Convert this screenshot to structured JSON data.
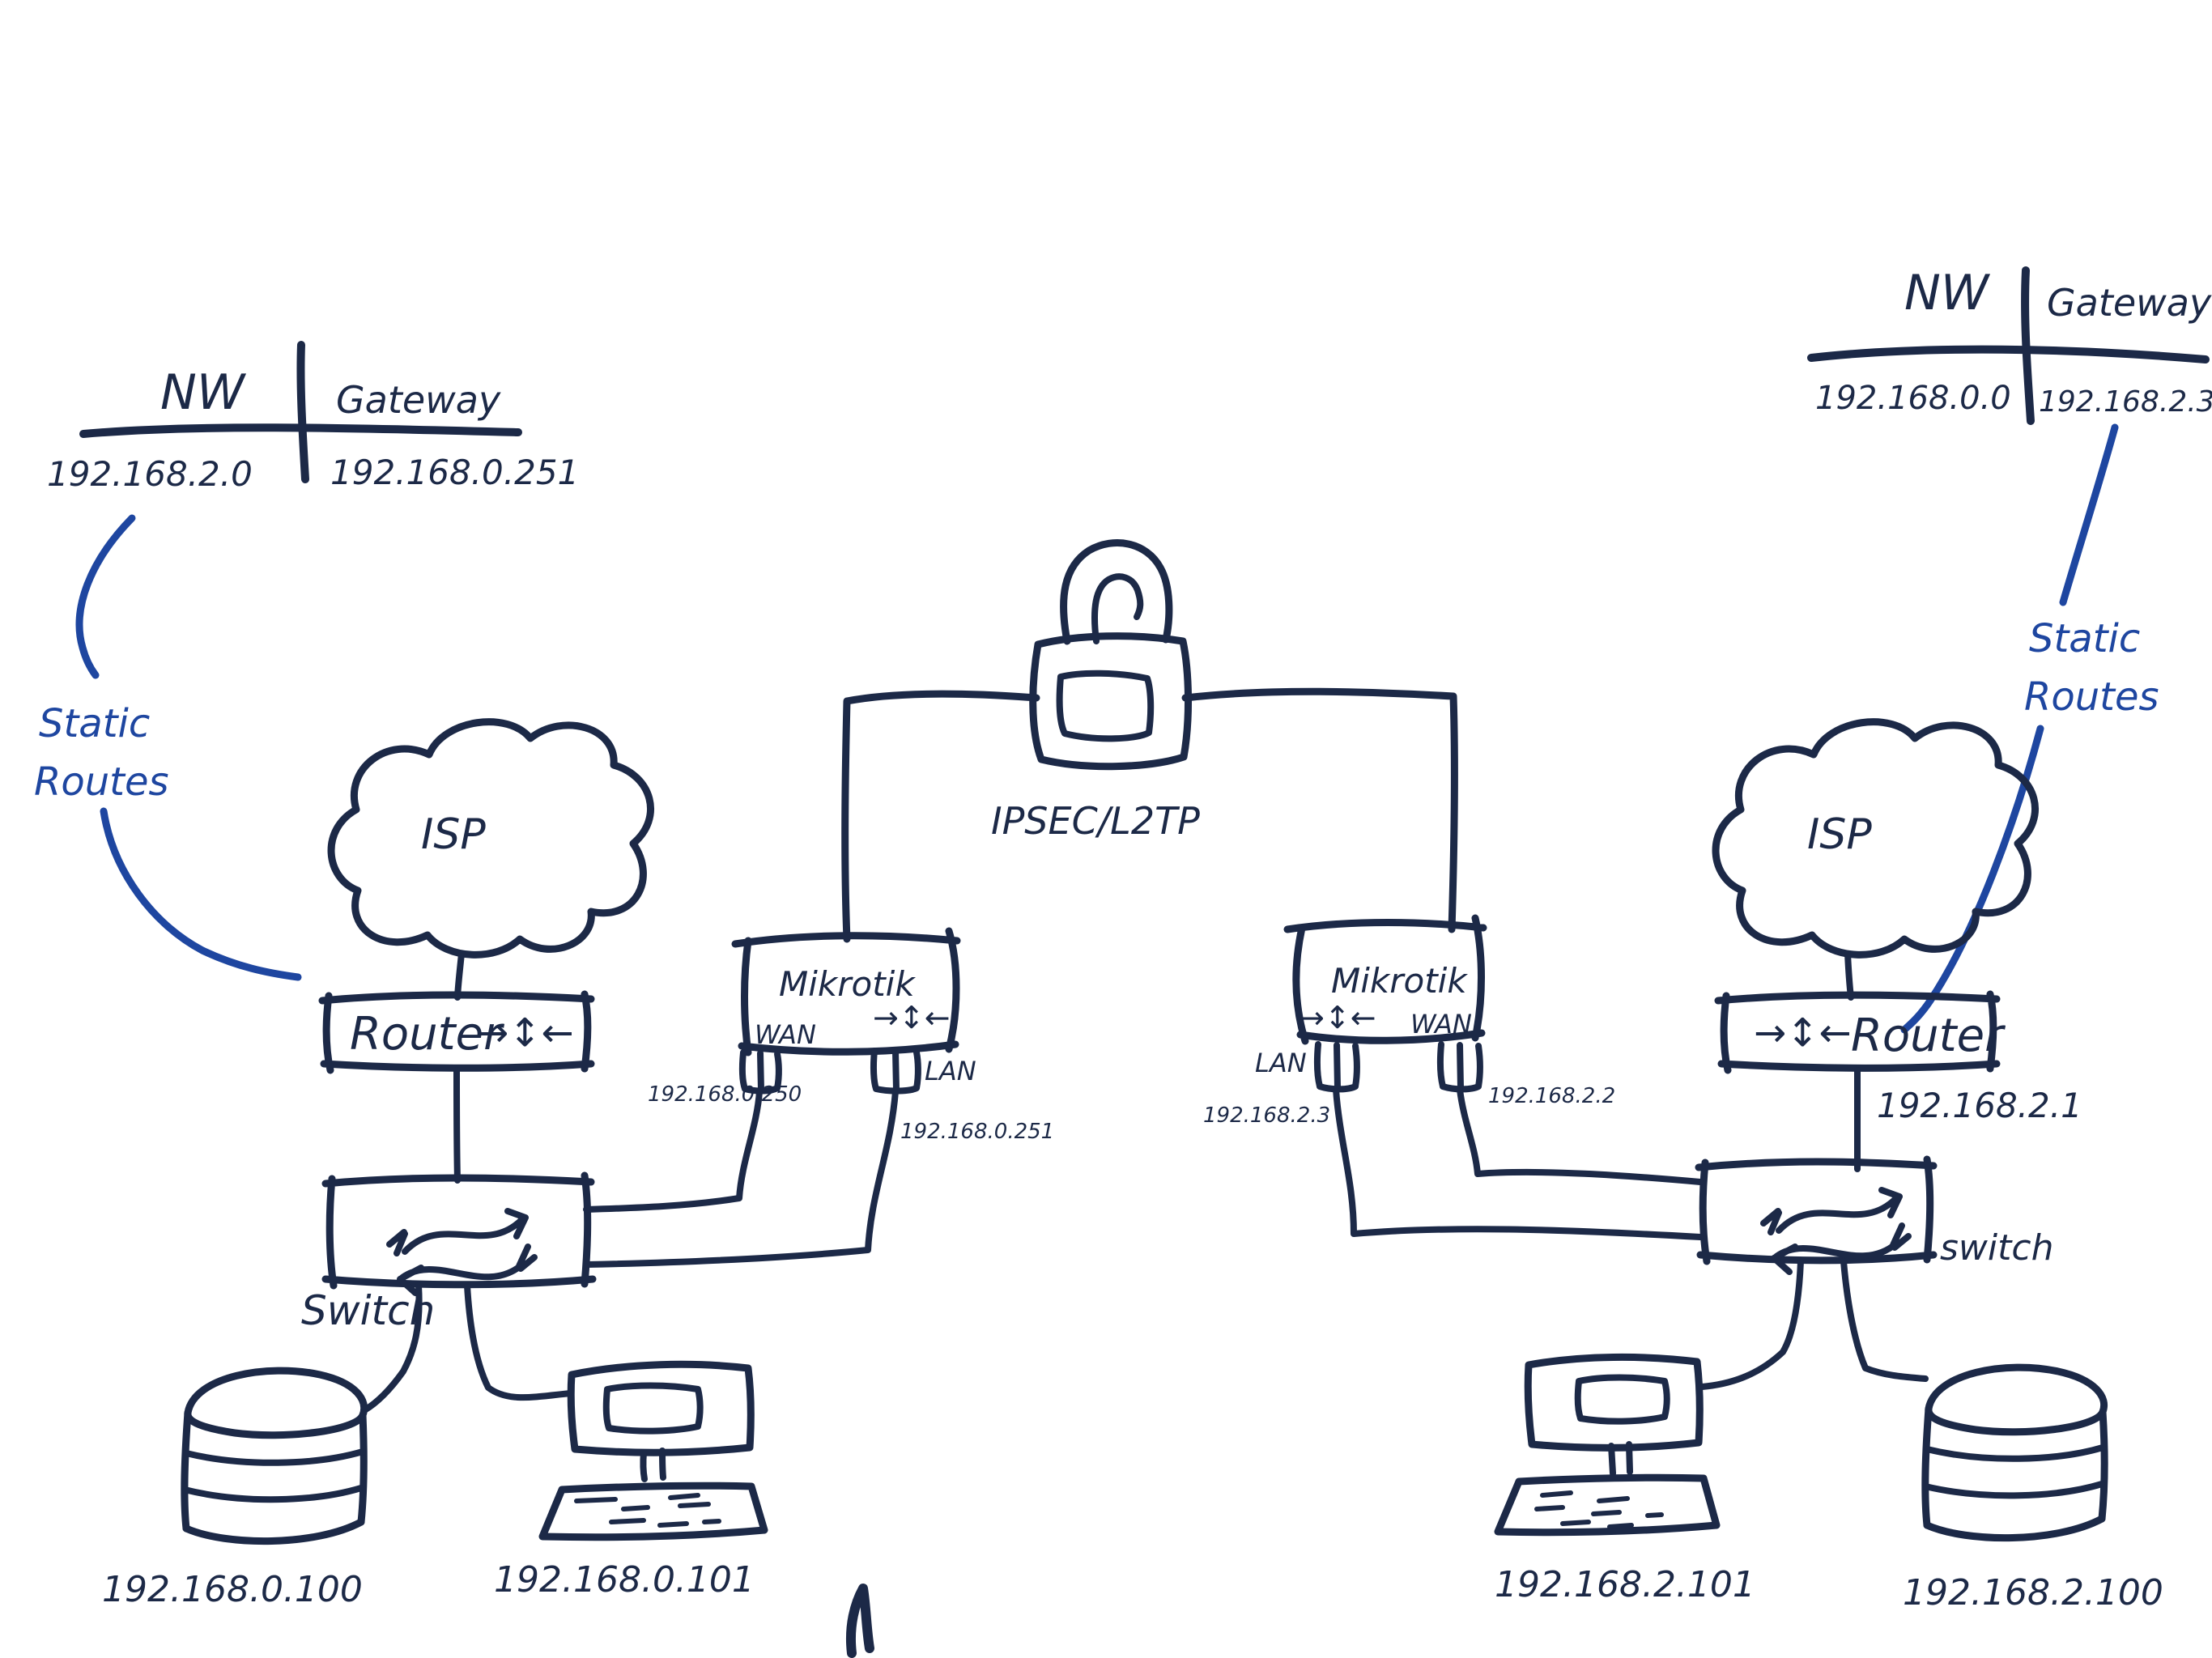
{
  "colors": {
    "ink": "#1c2947",
    "blue": "#1e46a0",
    "background": "#ffffff"
  },
  "routing_tables": {
    "left": {
      "col_network": "NW",
      "col_gateway": "Gateway",
      "network": "192.168.2.0",
      "gateway": "192.168.0.251"
    },
    "right": {
      "col_network": "NW",
      "col_gateway": "Gateway",
      "network": "192.168.0.0",
      "gateway": "192.168.2.3"
    }
  },
  "static_routes_left": {
    "line1": "Static",
    "line2": "Routes"
  },
  "static_routes_right": {
    "line1": "Static",
    "line2": "Routes"
  },
  "site_left": {
    "isp_label": "ISP",
    "router_label": "Router",
    "router_icon": "→↕←",
    "switch_label": "Switch",
    "mikrotik": {
      "label": "Mikrotik",
      "icon": "→↕←",
      "wan_label": "WAN",
      "lan_label": "LAN",
      "wan_ip": "192.168.0.250",
      "lan_ip": "192.168.0.251"
    },
    "server_ip": "192.168.0.100",
    "pc_ip": "192.168.0.101"
  },
  "site_right": {
    "isp_label": "ISP",
    "router_label": "Router",
    "router_icon": "→↕←",
    "router_ip": "192.168.2.1",
    "switch_label": "switch",
    "mikrotik": {
      "label": "Mikrotik",
      "icon": "→↕←",
      "wan_label": "WAN",
      "lan_label": "LAN",
      "lan_ip": "192.168.2.3",
      "wan_ip": "192.168.2.2"
    },
    "pc_ip": "192.168.2.101",
    "server_ip": "192.168.2.100"
  },
  "tunnel": {
    "label": "IPSEC/L2TP"
  }
}
